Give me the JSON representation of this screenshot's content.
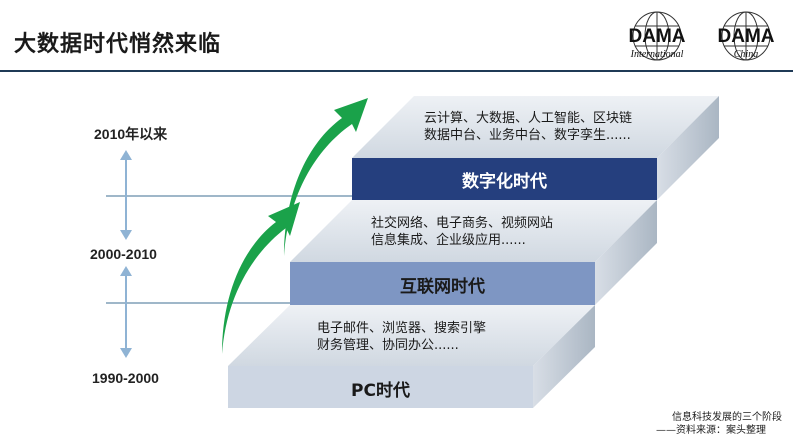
{
  "title": "大数据时代悄然来临",
  "logos": [
    {
      "main": "DAMA",
      "sub": "International"
    },
    {
      "main": "DAMA",
      "sub": "China"
    }
  ],
  "eras": [
    "2010年以来",
    "2000-2010",
    "1990-2000"
  ],
  "stages": [
    {
      "band": "PC时代",
      "desc_line1": "电子邮件、浏览器、搜索引擎",
      "desc_line2": "财务管理、协同办公......"
    },
    {
      "band": "互联网时代",
      "desc_line1": "社交网络、电子商务、视频网站",
      "desc_line2": "信息集成、企业级应用......"
    },
    {
      "band": "数字化时代",
      "desc_line1": "云计算、大数据、人工智能、区块链",
      "desc_line2": "数据中台、业务中台、数字孪生......"
    }
  ],
  "note": {
    "line1": "信息科技发展的三个阶段",
    "line2": "——资料来源：案头整理"
  },
  "colors": {
    "accent": "#1f3a56",
    "arrow": "#1aa24a",
    "band_pc": "#cdd6e3",
    "band_net": "#7e96c3",
    "band_digital": "#253f7e"
  }
}
